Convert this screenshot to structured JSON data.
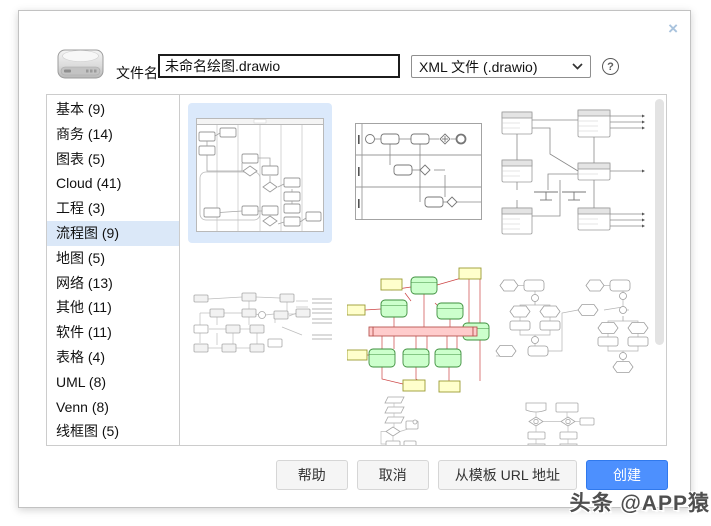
{
  "dialog": {
    "close_icon": "×",
    "file_name_label": "文件名:",
    "file_name_value": "未命名绘图.drawio",
    "format_select_value": "XML 文件 (.drawio)",
    "help_icon": "?"
  },
  "sidebar": {
    "items": [
      {
        "label": "基本 (9)",
        "selected": false
      },
      {
        "label": "商务 (14)",
        "selected": false
      },
      {
        "label": "图表 (5)",
        "selected": false
      },
      {
        "label": "Cloud (41)",
        "selected": false
      },
      {
        "label": "工程 (3)",
        "selected": false
      },
      {
        "label": "流程图 (9)",
        "selected": true
      },
      {
        "label": "地图 (5)",
        "selected": false
      },
      {
        "label": "网络 (13)",
        "selected": false
      },
      {
        "label": "其他 (11)",
        "selected": false
      },
      {
        "label": "软件 (11)",
        "selected": false
      },
      {
        "label": "表格 (4)",
        "selected": false
      },
      {
        "label": "UML (8)",
        "selected": false
      },
      {
        "label": "Venn (8)",
        "selected": false
      },
      {
        "label": "线框图 (5)",
        "selected": false
      }
    ]
  },
  "templates": {
    "selected_index": 0,
    "items": [
      {
        "name": "cross-functional-flowchart",
        "selected": true
      },
      {
        "name": "bpmn-pool-diagram",
        "selected": false
      },
      {
        "name": "function-cross-reference-diagram",
        "selected": false
      },
      {
        "name": "process-flow-diagram",
        "selected": false
      },
      {
        "name": "system-development-dataflow-diagram",
        "selected": false
      },
      {
        "name": "decision-flowchart",
        "selected": false
      },
      {
        "name": "vertical-flowchart-partial",
        "selected": false
      },
      {
        "name": "approval-flowchart-partial",
        "selected": false
      }
    ]
  },
  "footer": {
    "buttons": [
      {
        "label": "帮助",
        "primary": false
      },
      {
        "label": "取消",
        "primary": false
      },
      {
        "label": "从模板 URL 地址",
        "primary": false
      },
      {
        "label": "创建",
        "primary": true
      }
    ]
  },
  "watermark": "头条 @APP猿",
  "colors": {
    "accent": "#4d90fe",
    "selection_bg": "#dbe8f8",
    "close_icon": "#a9c3dd"
  }
}
